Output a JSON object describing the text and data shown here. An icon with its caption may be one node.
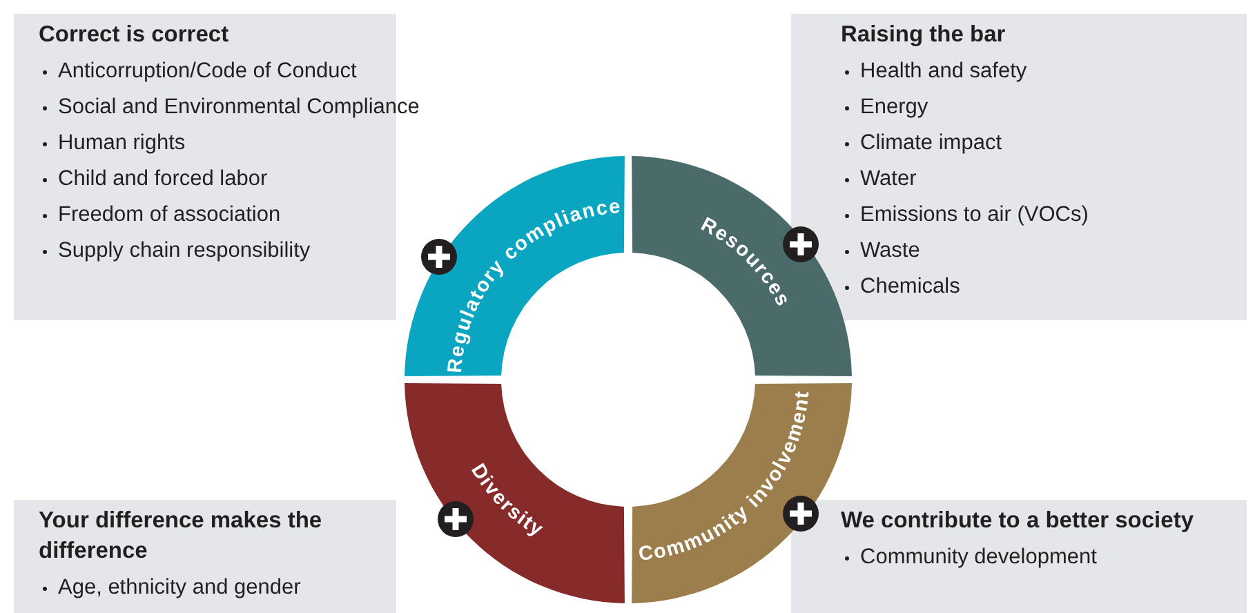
{
  "diagram": {
    "nodes": [
      {
        "text": [
          "Correct is correct",
          "Anticorruption/Code of Conduct",
          "Social and Environmental Compliance",
          "Human rights",
          "Child and forced labor",
          "Freedom of association",
          "Supply chain responsibility"
        ]
      },
      {
        "text": [
          "Raising the bar",
          "Health and safety",
          "Energy",
          "Climate impact",
          "Water",
          "Emissions to air (VOCs)",
          "Waste",
          "Chemicals"
        ]
      },
      {
        "text": [
          "Regulatory compliance"
        ]
      },
      {
        "text": [
          "Resources"
        ]
      },
      {
        "text": [
          "Diversity"
        ]
      },
      {
        "text": [
          "Community involvement"
        ]
      },
      {
        "text": [
          "Your difference makes the difference",
          "Age, ethnicity and gender"
        ]
      },
      {
        "text": [
          "We contribute to a better society",
          "Community development"
        ]
      }
    ]
  }
}
